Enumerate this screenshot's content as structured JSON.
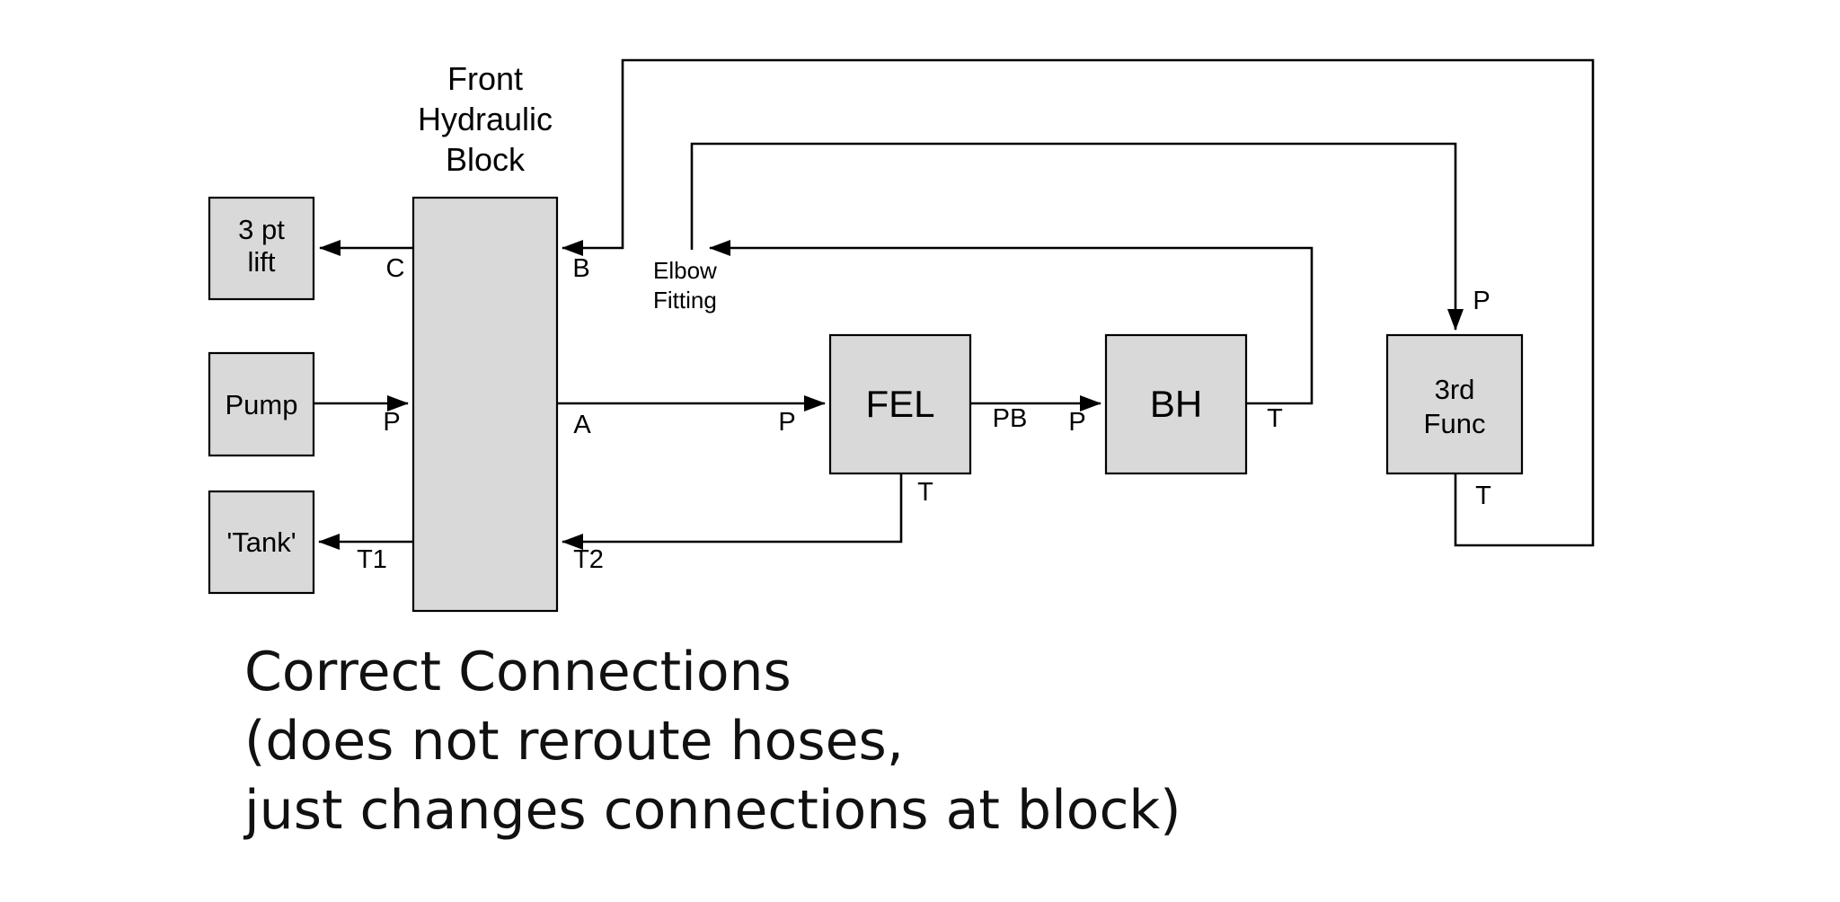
{
  "page": {
    "background": "#ffffff"
  },
  "diagram": {
    "block_title": {
      "line1": "Front",
      "line2": "Hydraulic",
      "line3": "Block"
    },
    "boxes": {
      "three_pt_lift": {
        "line1": "3 pt",
        "line2": "lift"
      },
      "pump": "Pump",
      "tank": "'Tank'",
      "fel": "FEL",
      "bh": "BH",
      "third_func": {
        "line1": "3rd",
        "line2": "Func"
      }
    },
    "port_labels": {
      "c": "C",
      "b": "B",
      "block_p": "P",
      "block_a": "A",
      "block_t1": "T1",
      "block_t2": "T2",
      "fel_p": "P",
      "fel_pb": "PB",
      "fel_t": "T",
      "bh_p": "P",
      "bh_t": "T",
      "third_func_p": "P",
      "third_func_t": "T"
    },
    "annotations": {
      "elbow_line1": "Elbow",
      "elbow_line2": "Fitting"
    },
    "colors": {
      "box_fill": "#d9d9d9",
      "stroke": "#000000"
    }
  },
  "caption": {
    "line1": "Correct Connections",
    "line2": "(does not reroute hoses,",
    "line3": "just changes connections at block)"
  }
}
